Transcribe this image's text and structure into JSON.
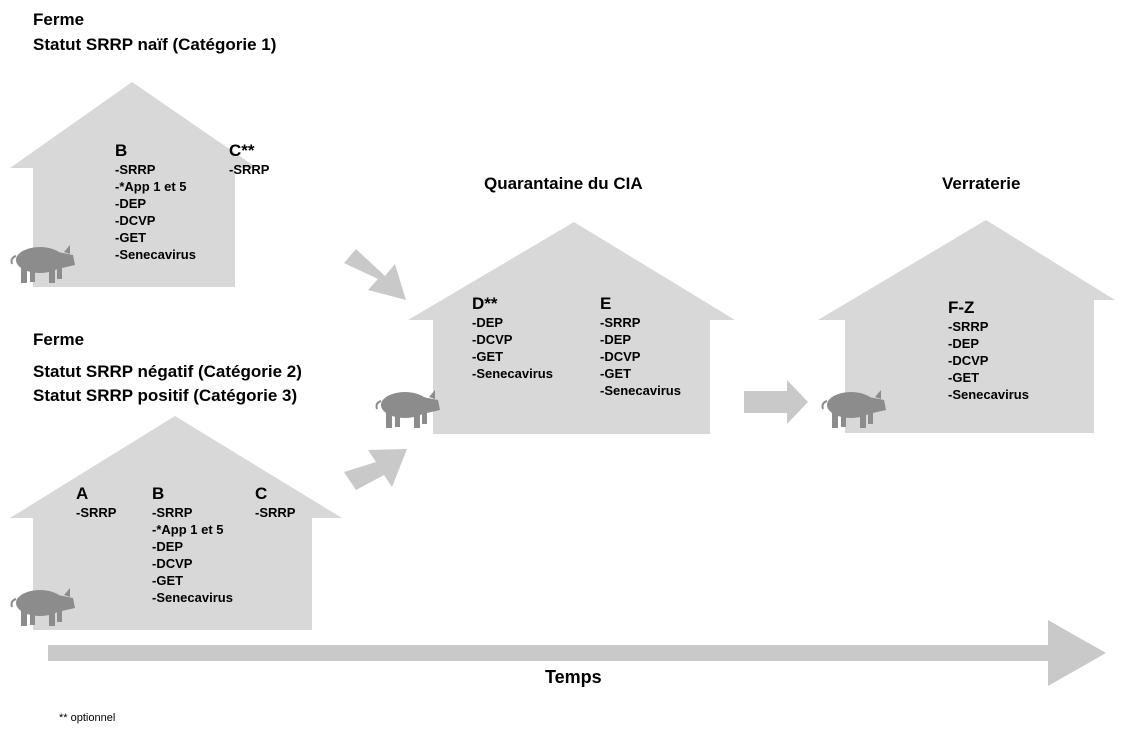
{
  "farm1": {
    "title": "Ferme",
    "status": "Statut SRRP naïf (Catégorie 1)",
    "columns": [
      {
        "header": "B",
        "items": [
          "-SRRP",
          "-*App 1 et 5",
          "-DEP",
          "-DCVP",
          "-GET",
          "-Senecavirus"
        ]
      },
      {
        "header": "C**",
        "items": [
          "-SRRP"
        ]
      }
    ]
  },
  "farm2": {
    "title": "Ferme",
    "status_neg": "Statut SRRP négatif (Catégorie 2)",
    "status_pos": "Statut SRRP positif (Catégorie 3)",
    "columns": [
      {
        "header": "A",
        "items": [
          "-SRRP"
        ]
      },
      {
        "header": "B",
        "items": [
          "-SRRP",
          "-*App 1 et 5",
          "-DEP",
          "-DCVP",
          "-GET",
          "-Senecavirus"
        ]
      },
      {
        "header": "C",
        "items": [
          "-SRRP"
        ]
      }
    ]
  },
  "quarantine": {
    "title": "Quarantaine du CIA",
    "columns": [
      {
        "header": "D**",
        "items": [
          "-DEP",
          "-DCVP",
          "-GET",
          "-Senecavirus"
        ]
      },
      {
        "header": "E",
        "items": [
          "-SRRP",
          "-DEP",
          "-DCVP",
          "-GET",
          "-Senecavirus"
        ]
      }
    ]
  },
  "verraterie": {
    "title": "Verraterie",
    "columns": [
      {
        "header": "F-Z",
        "items": [
          "-SRRP",
          "-DEP",
          "-DCVP",
          "-GET",
          "-Senecavirus"
        ]
      }
    ]
  },
  "timeline": {
    "label": "Temps"
  },
  "footnote": "** optionnel",
  "colors": {
    "shape_fill": "#d8d8d8",
    "arrow_fill": "#c9c9c9",
    "pig_fill": "#8c8c8c"
  },
  "icons": [
    "house-shape",
    "pig-icon",
    "arrow-right"
  ]
}
